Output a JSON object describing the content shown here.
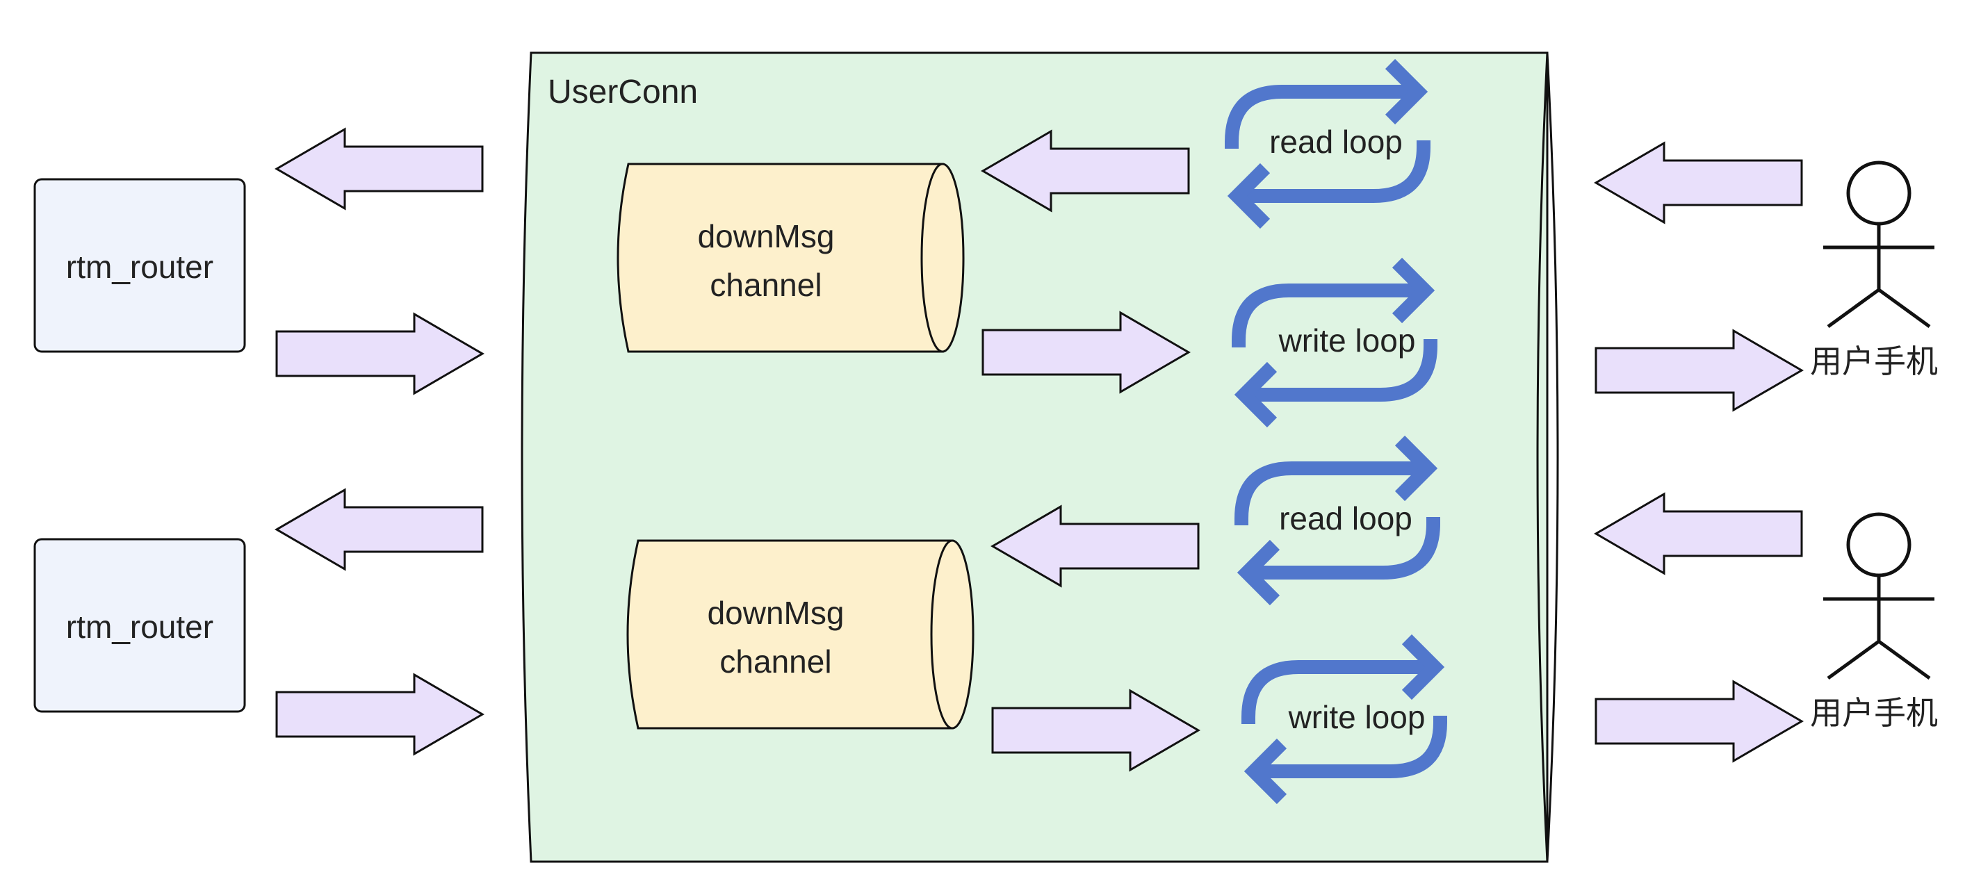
{
  "container": {
    "label": "UserConn"
  },
  "routers": [
    {
      "label": "rtm_router"
    },
    {
      "label": "rtm_router"
    }
  ],
  "channels": [
    {
      "line1": "downMsg",
      "line2": "channel"
    },
    {
      "line1": "downMsg",
      "line2": "channel"
    }
  ],
  "loops": [
    {
      "label": "read loop"
    },
    {
      "label": "write loop"
    },
    {
      "label": "read loop"
    },
    {
      "label": "write loop"
    }
  ],
  "users": [
    {
      "label": "用户手机"
    },
    {
      "label": "用户手机"
    }
  ],
  "colors": {
    "container_fill": "#dff4e3",
    "router_fill": "#eff3fc",
    "channel_fill": "#fdf0cc",
    "arrow_fill": "#e9e0fb",
    "loop_color": "#5177cc",
    "stroke": "#111111"
  },
  "icons": {
    "router": "rectangle",
    "channel": "cylinder",
    "loop": "circular-arrows-icon",
    "user": "stick-figure-icon"
  }
}
